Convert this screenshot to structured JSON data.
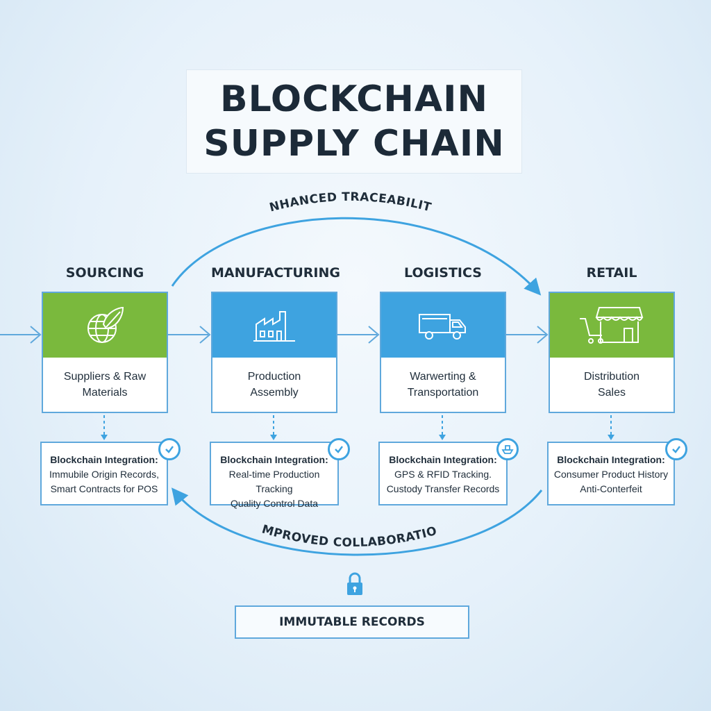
{
  "title": {
    "line1": "BLOCKCHAIN",
    "line2": "SUPPLY CHAIN"
  },
  "top_arc_label": "ENHANCED TRACEABILITY",
  "bottom_arc_label": "IMPROVED COLLABORATION",
  "stages": [
    {
      "title": "SOURCING",
      "icon": "leaf-globe-icon",
      "desc_line1": "Suppliers & Raw",
      "desc_line2": "Materials",
      "color": "#7ab93d",
      "integration_label": "Blockchain Integration:",
      "integration_line1": "Immubile Origin Records,",
      "integration_line2": "Smart Contracts for POS"
    },
    {
      "title": "MANUFACTURING",
      "icon": "factory-icon",
      "desc_line1": "Production",
      "desc_line2": "Assembly",
      "color": "#3ea3e0",
      "integration_label": "Blockchain Integration:",
      "integration_line1": "Real-time Production Tracking",
      "integration_line2": "Quality Control Data"
    },
    {
      "title": "LOGISTICS",
      "icon": "truck-icon",
      "desc_line1": "Warwerting &",
      "desc_line2": "Transportation",
      "color": "#3ea3e0",
      "integration_label": "Blockchain Integration:",
      "integration_line1": "GPS & RFID Tracking.",
      "integration_line2": "Custody Transfer Records"
    },
    {
      "title": "RETAIL",
      "icon": "storefront-cart-icon",
      "desc_line1": "Distribution",
      "desc_line2": "Sales",
      "color": "#7ab93d",
      "integration_label": "Blockchain Integration:",
      "integration_line1": "Consumer Product History",
      "integration_line2": "Anti-Conterfeit"
    }
  ],
  "footer": {
    "icon": "lock-icon",
    "records_label": "IMMUTABLE RECORDS"
  },
  "colors": {
    "green": "#7ab93d",
    "blue": "#3ea3e0",
    "outline": "#5fa8dc",
    "text": "#1f2d3a"
  }
}
